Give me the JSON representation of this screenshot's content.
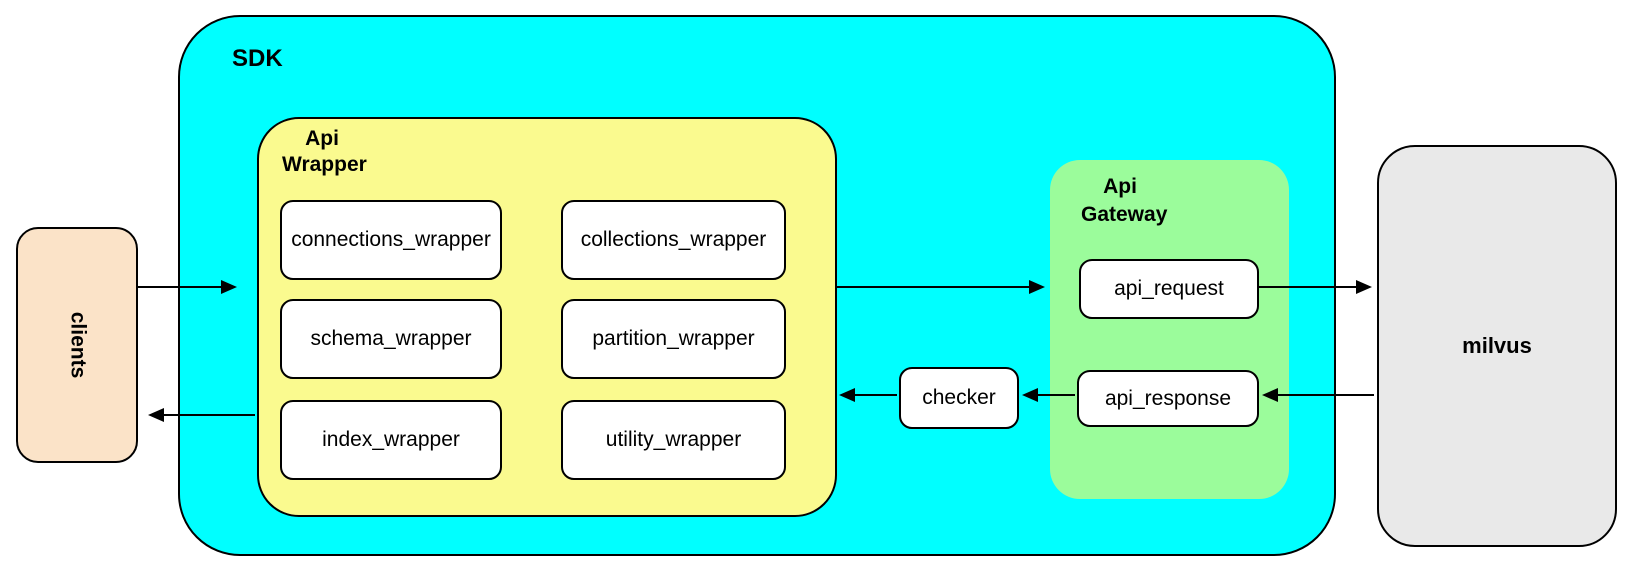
{
  "colors": {
    "sdk_fill": "#00ffff",
    "api_wrapper_fill": "#fafa8f",
    "api_gateway_fill": "#9bfc9b",
    "clients_fill": "#fbe3c8",
    "milvus_fill": "#e9e9e9",
    "node_fill": "#ffffff",
    "stroke": "#000000"
  },
  "nodes": {
    "clients": "clients",
    "sdk": "SDK",
    "api_wrapper": "Api Wrapper",
    "api_gateway": "Api Gateway",
    "checker": "checker",
    "milvus": "milvus"
  },
  "api_wrapper_boxes": [
    "connections_wrapper",
    "collections_wrapper",
    "schema_wrapper",
    "partition_wrapper",
    "index_wrapper",
    "utility_wrapper"
  ],
  "api_gateway_boxes": [
    "api_request",
    "api_response"
  ]
}
